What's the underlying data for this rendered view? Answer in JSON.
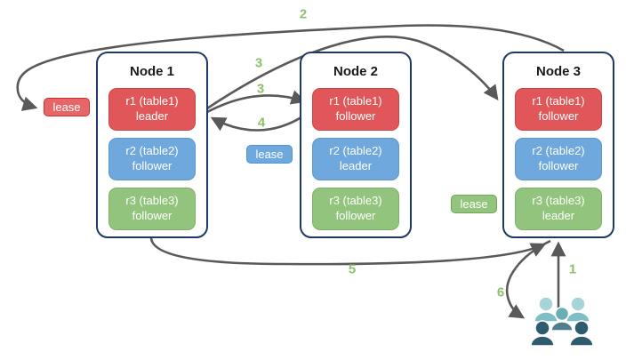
{
  "diagram": {
    "nodes": [
      {
        "title": "Node 1",
        "replicas": [
          {
            "name": "r1 (table1)",
            "role": "leader",
            "color": "#E15759"
          },
          {
            "name": "r2 (table2)",
            "role": "follower",
            "color": "#6FA8DC"
          },
          {
            "name": "r3 (table3)",
            "role": "follower",
            "color": "#93C47D"
          }
        ]
      },
      {
        "title": "Node 2",
        "replicas": [
          {
            "name": "r1 (table1)",
            "role": "follower",
            "color": "#E15759"
          },
          {
            "name": "r2 (table2)",
            "role": "leader",
            "color": "#6FA8DC"
          },
          {
            "name": "r3 (table3)",
            "role": "follower",
            "color": "#93C47D"
          }
        ]
      },
      {
        "title": "Node 3",
        "replicas": [
          {
            "name": "r1 (table1)",
            "role": "follower",
            "color": "#E15759"
          },
          {
            "name": "r2 (table2)",
            "role": "follower",
            "color": "#6FA8DC"
          },
          {
            "name": "r3 (table3)",
            "role": "leader",
            "color": "#93C47D"
          }
        ]
      }
    ],
    "leases": [
      {
        "label": "lease",
        "color": "#E66567"
      },
      {
        "label": "lease",
        "color": "#6FA8DC"
      },
      {
        "label": "lease",
        "color": "#93C47D"
      }
    ],
    "steps": {
      "s1": "1",
      "s2": "2",
      "s3a": "3",
      "s3b": "3",
      "s4": "4",
      "s5": "5",
      "s6": "6"
    },
    "icons": {
      "users": "users-group-icon"
    },
    "colors": {
      "leader_red": "#E15759",
      "follower_blue": "#6FA8DC",
      "follower_green": "#93C47D",
      "arrow": "#595959",
      "step_label": "#8DC06A",
      "node_border": "#1F3864"
    }
  }
}
